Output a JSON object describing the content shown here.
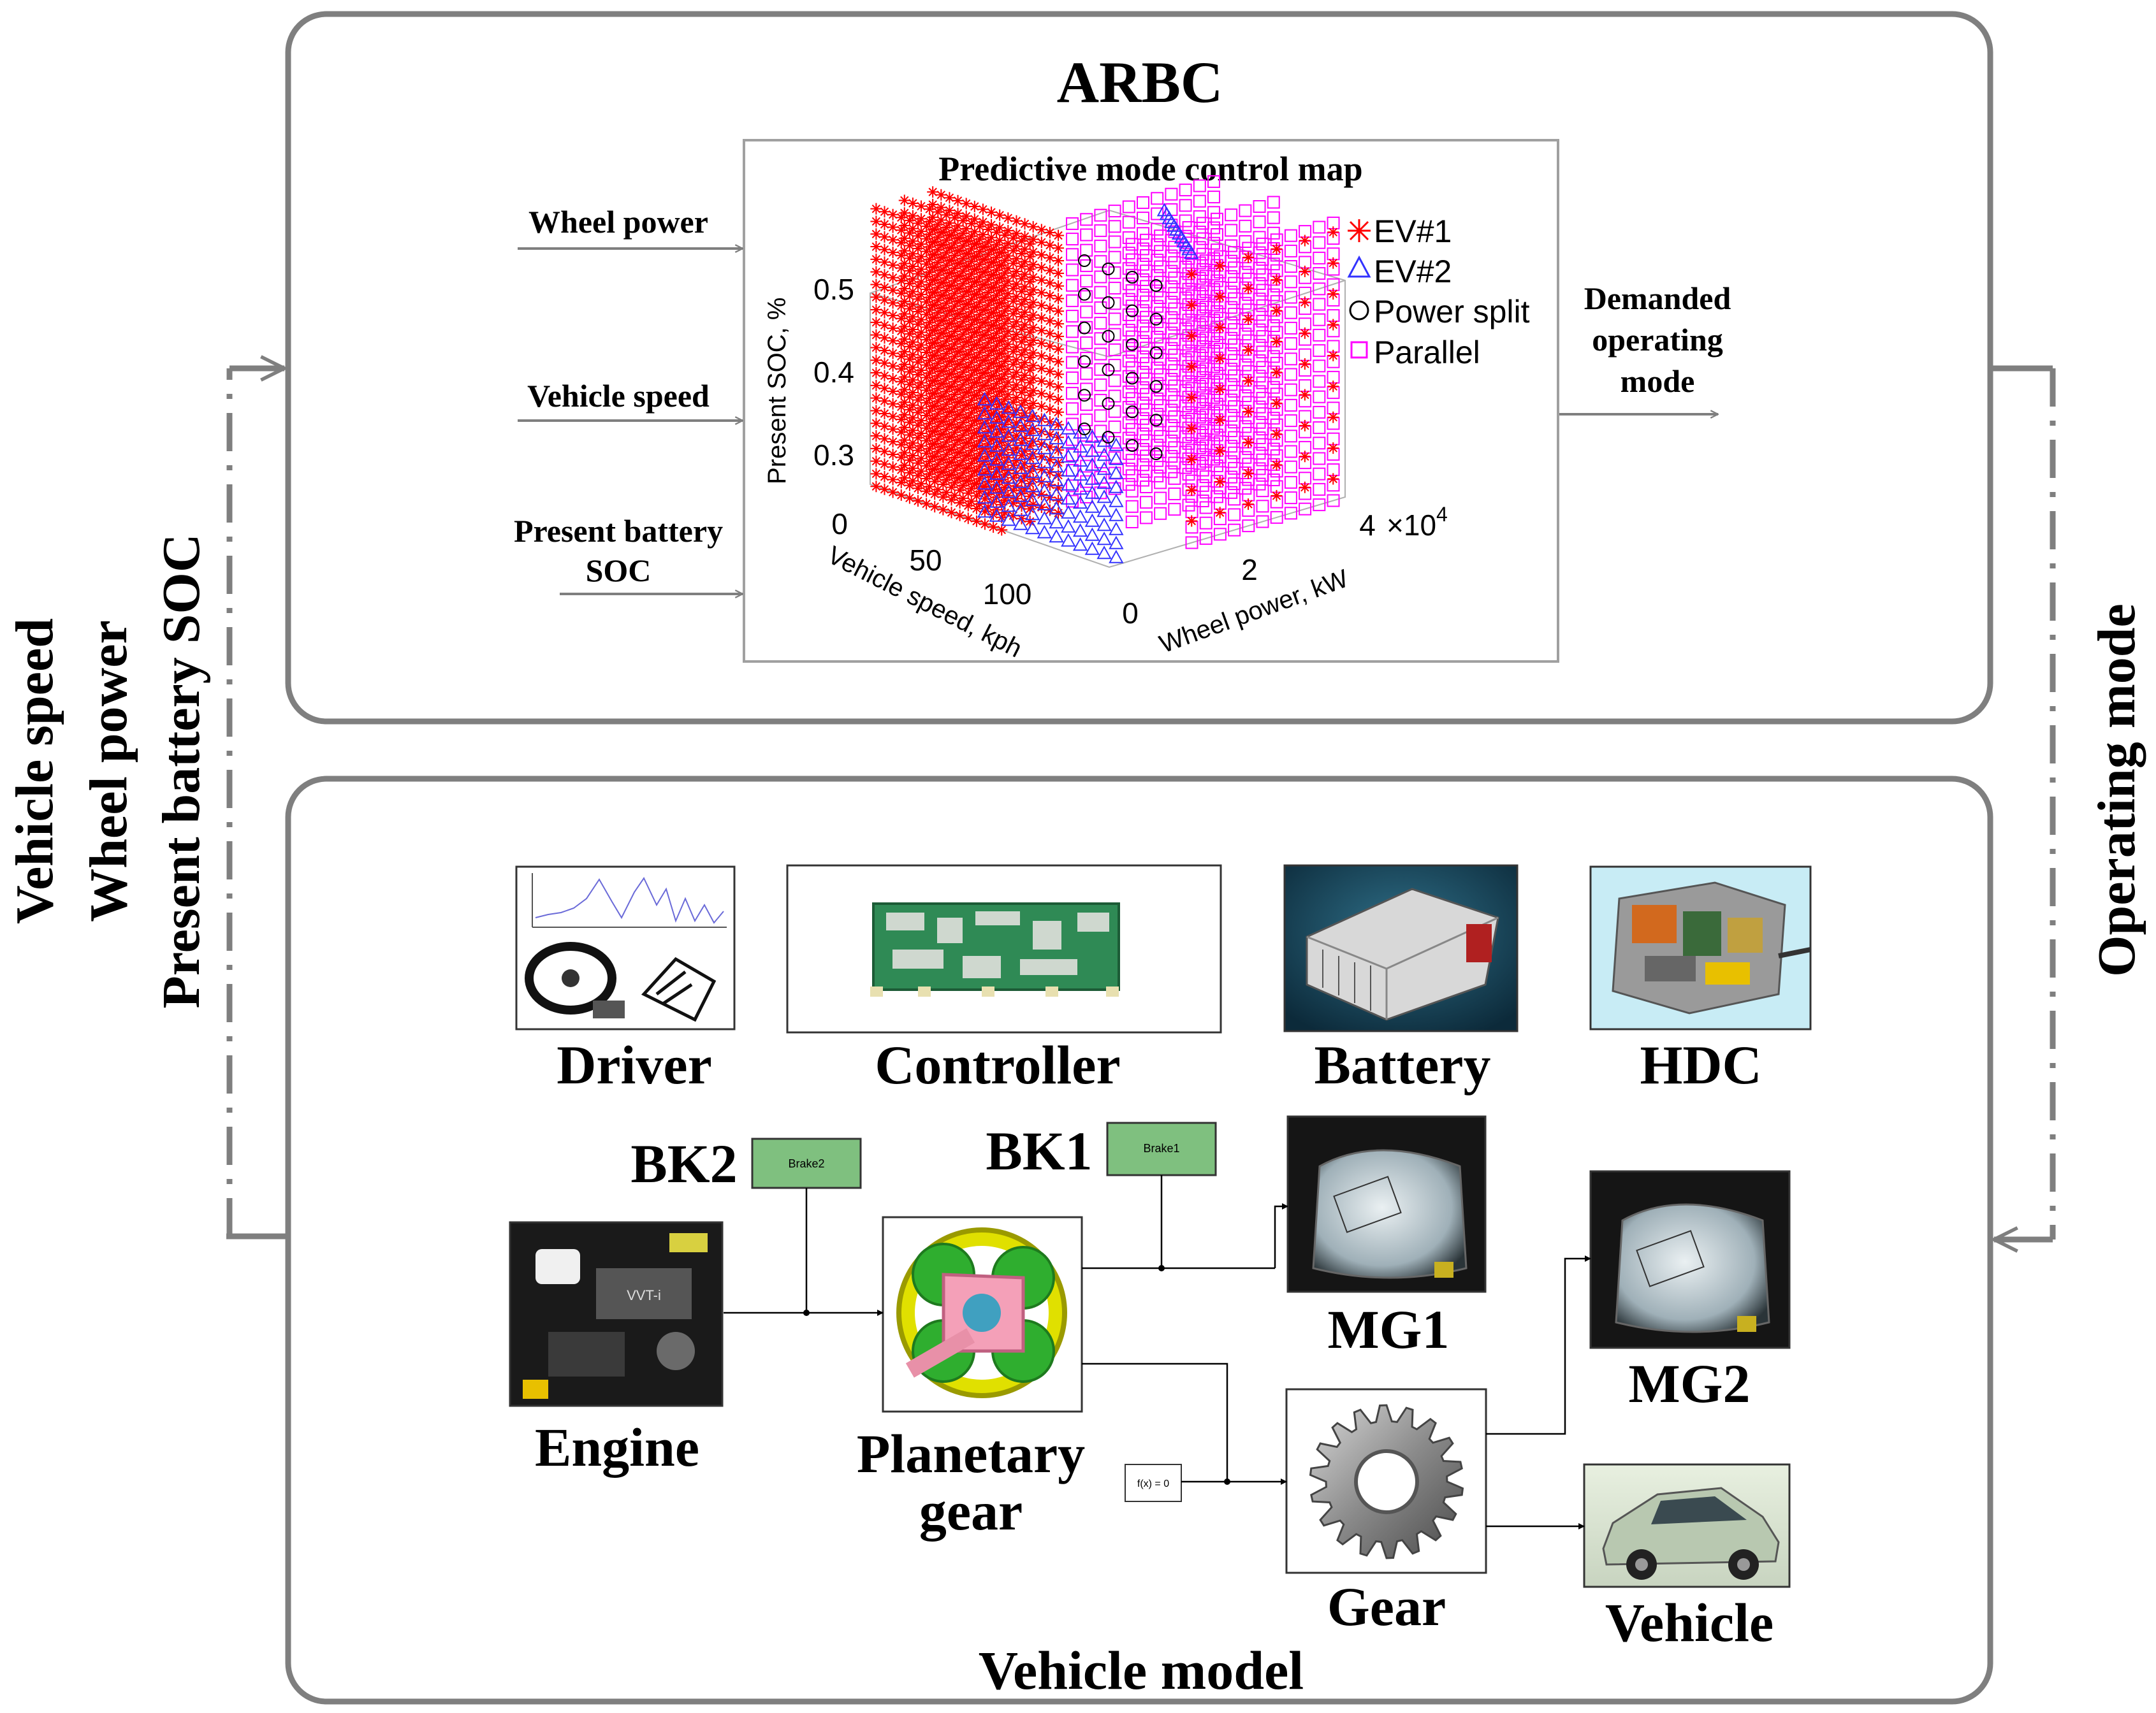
{
  "top_panel": {
    "title": "ARBC"
  },
  "chart_data": {
    "type": "scatter",
    "title": "Predictive mode control map",
    "xlabel": "Vehicle speed, kph",
    "ylabel": "Wheel power, kW",
    "zlabel": "Present SOC, %",
    "x_ticks": [
      "0",
      "50",
      "100"
    ],
    "y_ticks": [
      "0",
      "2",
      "4"
    ],
    "y_multiplier": "×10",
    "y_multiplier_exp": "4",
    "z_ticks": [
      "0.3",
      "0.4",
      "0.5"
    ],
    "z_zero": "0",
    "legend_position": "top-right",
    "series": [
      {
        "name": "EV#1",
        "marker": "asterisk",
        "color": "#ff0000"
      },
      {
        "name": "EV#2",
        "marker": "triangle",
        "color": "#3333ff"
      },
      {
        "name": "Power split",
        "marker": "circle",
        "color": "#000000"
      },
      {
        "name": "Parallel",
        "marker": "square",
        "color": "#ff00ff"
      }
    ]
  },
  "inputs": {
    "wheel_power": "Wheel power",
    "vehicle_speed": "Vehicle speed",
    "soc_line1": "Present battery",
    "soc_line2": "SOC"
  },
  "output": {
    "line1": "Demanded",
    "line2": "operating",
    "line3": "mode"
  },
  "left_feedback": [
    "Vehicle speed",
    "Wheel power",
    "Present battery SOC"
  ],
  "right_feedback": "Operating mode",
  "bottom_panel": {
    "title": "Vehicle model",
    "components": {
      "driver": "Driver",
      "controller": "Controller",
      "battery": "Battery",
      "hdc": "HDC",
      "bk2": "BK2",
      "bk1": "BK1",
      "brake2_block": "Brake2",
      "brake1_block": "Brake1",
      "engine": "Engine",
      "planetary_line1": "Planetary",
      "planetary_line2": "gear",
      "mg1": "MG1",
      "mg2": "MG2",
      "gear": "Gear",
      "vehicle": "Vehicle",
      "fx_block": "f(x) = 0"
    }
  },
  "colors": {
    "panel_border": "#7f7f7f",
    "ev1": "#ff0000",
    "ev2": "#3333ff",
    "parallel": "#ff00ff",
    "brake_block": "#7fc07f"
  }
}
